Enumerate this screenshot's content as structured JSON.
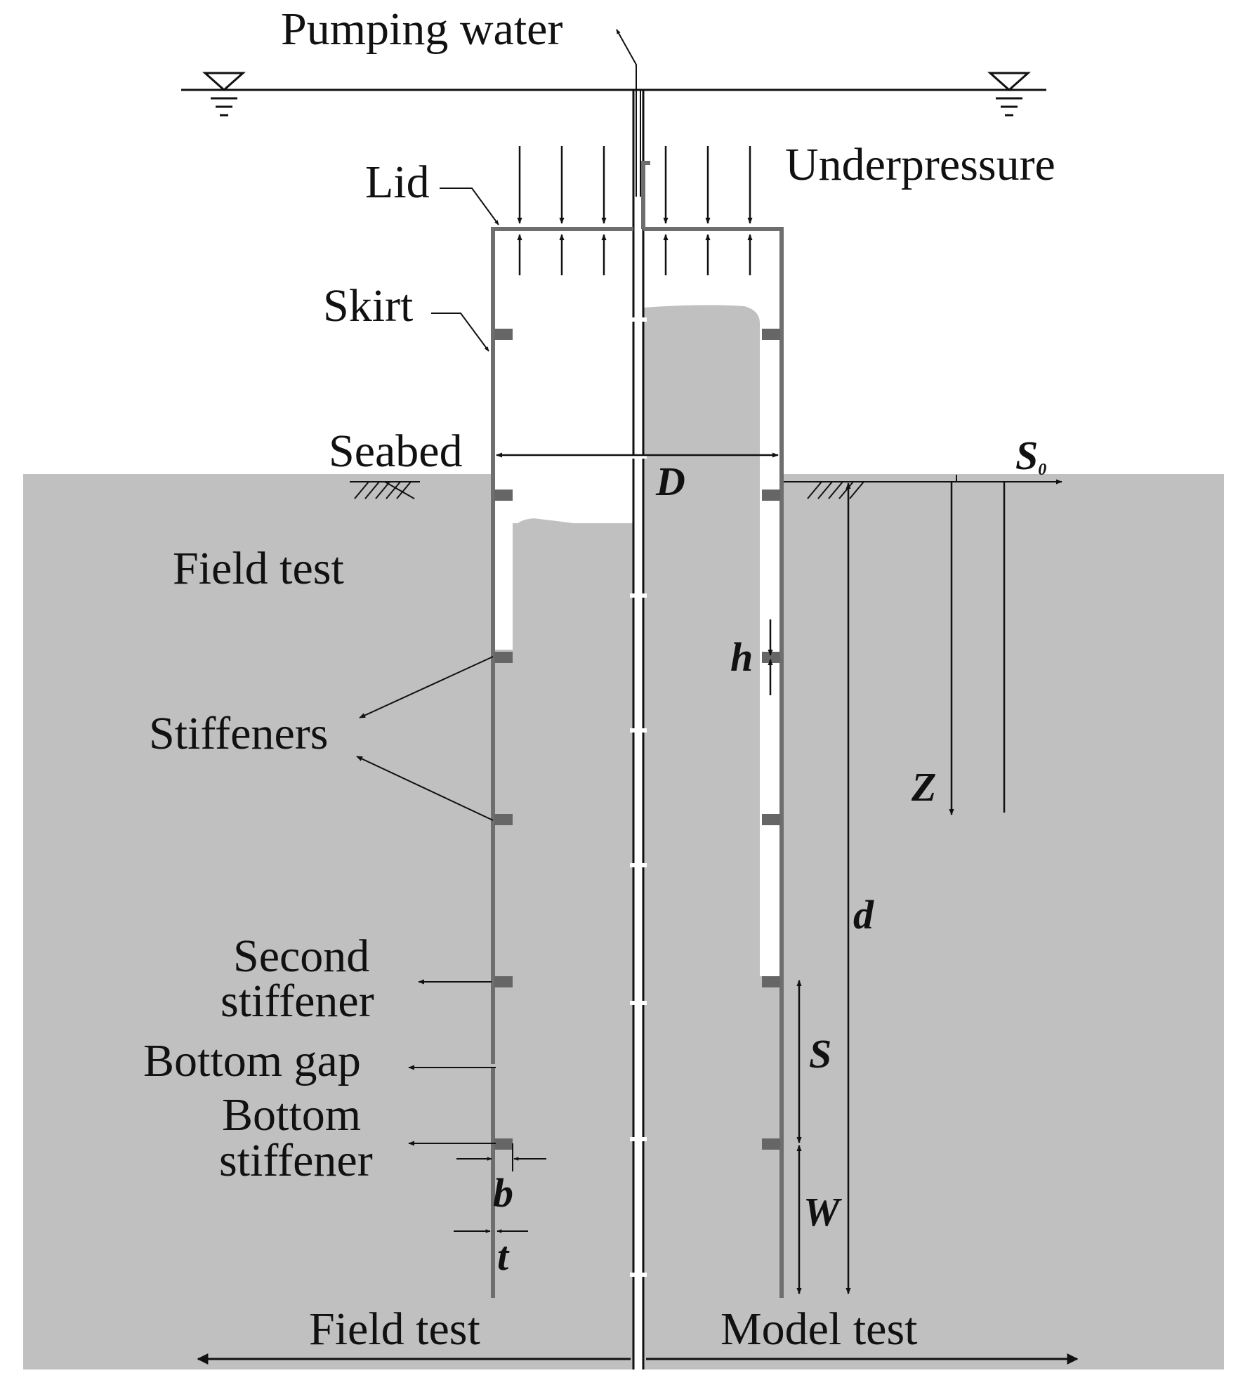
{
  "labels": {
    "pumping_water": "Pumping water",
    "lid": "Lid",
    "underpressure": "Underpressure",
    "skirt": "Skirt",
    "seabed": "Seabed",
    "field_test_upper": "Field test",
    "stiffeners": "Stiffeners",
    "second_stiffener_line1": "Second",
    "second_stiffener_line2": "stiffener",
    "bottom_gap": "Bottom gap",
    "bottom_stiffener_line1": "Bottom",
    "bottom_stiffener_line2": "stiffener",
    "field_test_bottom": "Field test",
    "model_test_bottom": "Model test"
  },
  "symbols": {
    "D": "D",
    "S0": "S",
    "S0_subscript": "0",
    "h": "h",
    "Z": "Z",
    "d": "d",
    "S": "S",
    "W": "W",
    "b": "b",
    "t": "t"
  },
  "colors": {
    "soil": "#c0c0c0",
    "wall": "#6e6e6e",
    "stiffener": "#666666",
    "line": "#111111",
    "background": "#ffffff"
  }
}
